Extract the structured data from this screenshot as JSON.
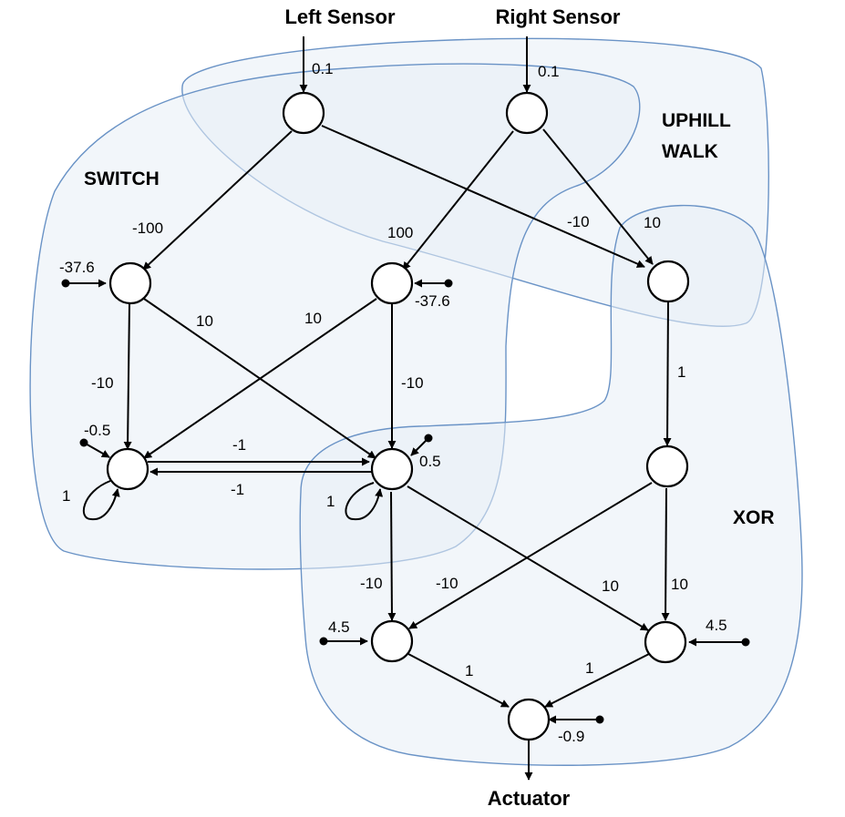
{
  "io": {
    "left_sensor": "Left Sensor",
    "right_sensor": "Right Sensor",
    "actuator": "Actuator"
  },
  "modules": {
    "switch": "SWITCH",
    "uphill_line1": "UPHILL",
    "uphill_line2": "WALK",
    "xor": "XOR"
  },
  "weights": {
    "left_input": "0.1",
    "right_input": "0.1",
    "left_to_switch_left": "-100",
    "right_to_switch_right": "100",
    "left_to_uphill": "-10",
    "right_to_uphill": "10",
    "bias_switch_left": "-37.6",
    "bias_switch_right": "-37.6",
    "switch_left_to_right_mem": "10",
    "switch_right_to_left_mem": "10",
    "switch_left_to_left_mem": "-10",
    "switch_right_to_right_mem": "-10",
    "bias_mem_left": "-0.5",
    "bias_mem_right": "0.5",
    "mem_left_to_right": "-1",
    "mem_right_to_left": "-1",
    "self_left": "1",
    "self_right": "1",
    "uphill_to_hidden": "1",
    "mem_to_xor_left": "-10",
    "hidden_to_xor_left": "-10",
    "mem_to_xor_right": "10",
    "hidden_to_xor_right": "10",
    "bias_xor_left": "4.5",
    "bias_xor_right": "4.5",
    "xor_left_to_out": "1",
    "xor_right_to_out": "1",
    "bias_out": "-0.9"
  },
  "colors": {
    "region_fill": "#e8eef6",
    "region_stroke": "#6a93c6",
    "line": "#000000"
  }
}
